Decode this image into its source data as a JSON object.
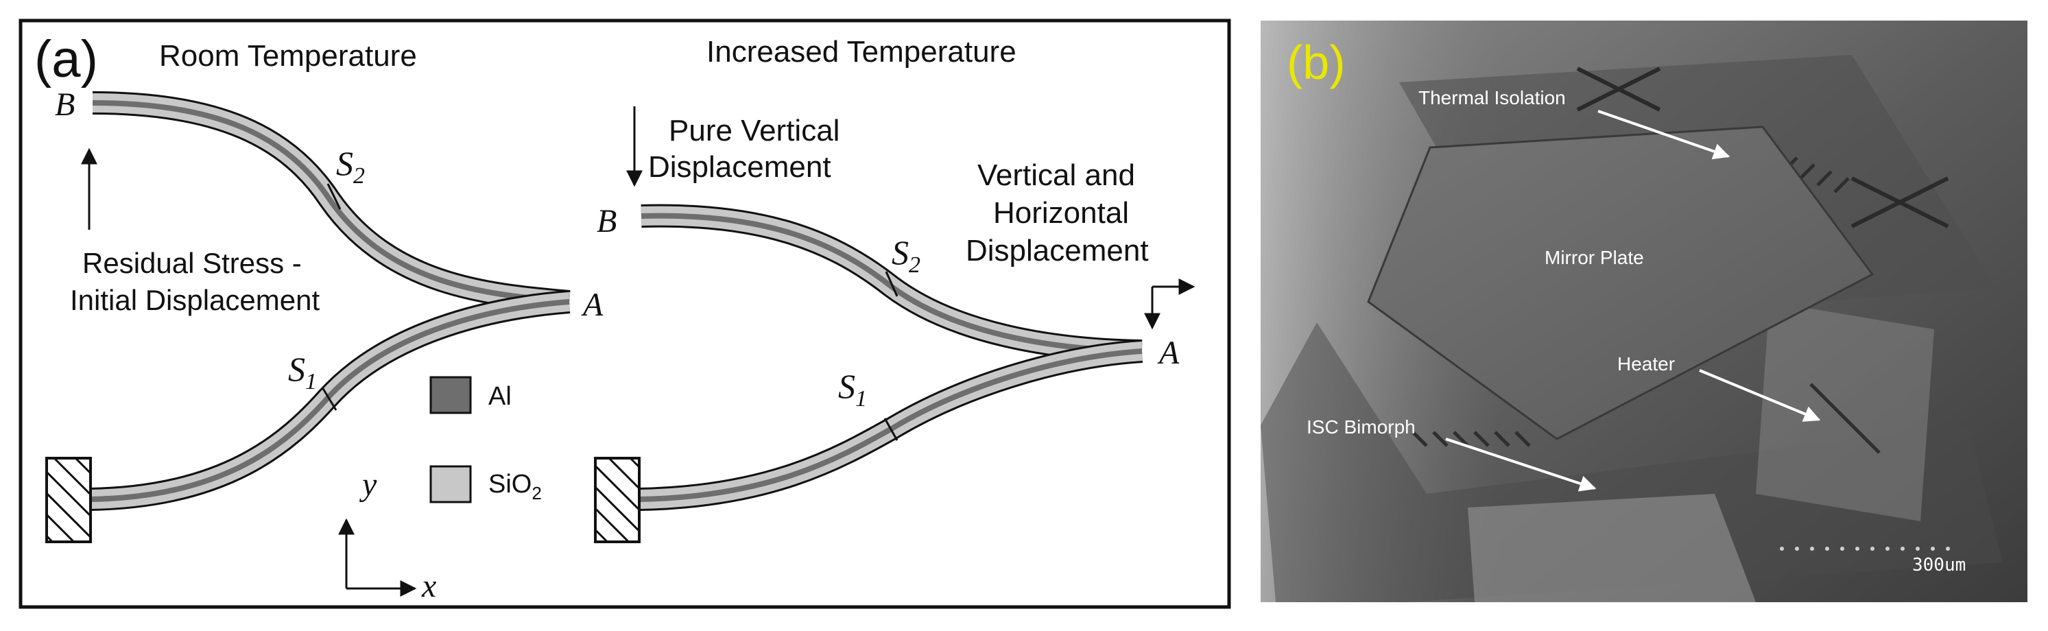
{
  "panel_a": {
    "label": "(a)",
    "room_title": "Room Temperature",
    "increased_title": "Increased Temperature",
    "residual_line1": "Residual Stress -",
    "residual_line2": "Initial Displacement",
    "pure_line1": "Pure Vertical",
    "pure_line2": "Displacement",
    "vh_line1": "Vertical and",
    "vh_line2": "Horizontal",
    "vh_line3": "Displacement",
    "point_b": "B",
    "point_a": "A",
    "s_letter": "S",
    "s1_sub": "1",
    "s2_sub": "2",
    "legend_al": "Al",
    "legend_sio2_main": "SiO",
    "legend_sio2_sub": "2",
    "axis_y": "y",
    "axis_x": "x"
  },
  "panel_b": {
    "label": "(b)",
    "thermal_isolation": "Thermal Isolation",
    "mirror_plate": "Mirror Plate",
    "heater": "Heater",
    "isc_bimorph": "ISC Bimorph",
    "scale": "300um"
  },
  "colors": {
    "al": "#6e6e6e",
    "sio2": "#c8c8c8",
    "panel_b_label": "#e8e800"
  }
}
